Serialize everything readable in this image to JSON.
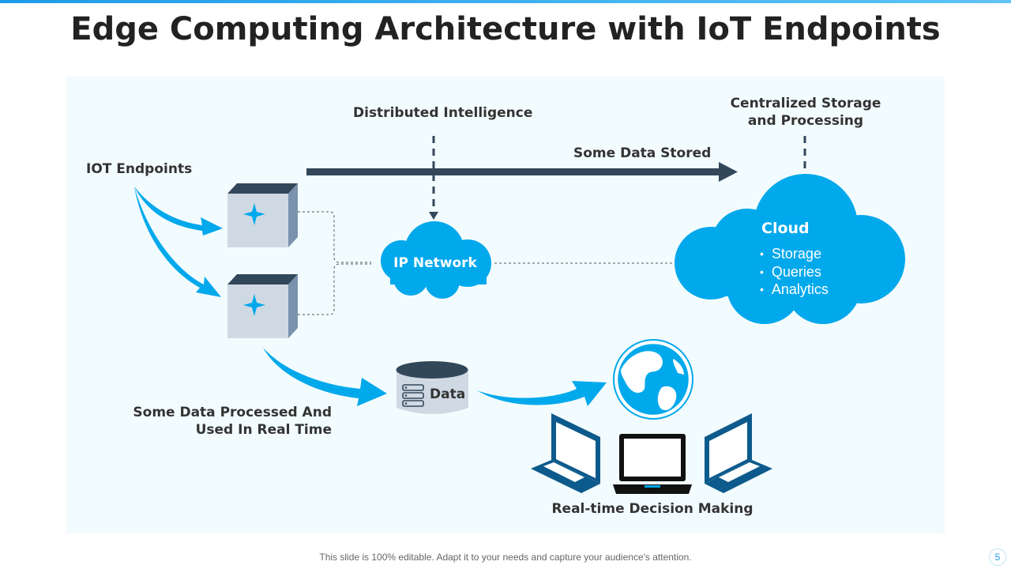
{
  "slide": {
    "title": "Edge Computing Architecture with IoT Endpoints",
    "footer": "This slide is 100% editable. Adapt it to your needs and capture your audience's attention.",
    "page_number": "5"
  },
  "labels": {
    "iot_endpoints": "IOT Endpoints",
    "distributed_intelligence": "Distributed Intelligence",
    "some_data_stored": "Some Data Stored",
    "centralized_line1": "Centralized Storage",
    "centralized_line2": "and Processing",
    "processed_line1": "Some Data Processed And",
    "processed_line2": "Used In Real Time",
    "realtime_decision": "Real-time Decision Making"
  },
  "ip_network": {
    "label": "IP Network"
  },
  "cloud": {
    "title": "Cloud",
    "items": [
      "Storage",
      "Queries",
      "Analytics"
    ]
  },
  "data_store": {
    "label": "Data"
  },
  "icons": {
    "edge_device": "server-cube-icon",
    "network": "cloud-icon",
    "database": "database-icon",
    "globe": "globe-icon",
    "laptop": "laptop-icon"
  },
  "colors": {
    "accent_blue": "#00a8ec",
    "dark_navy": "#33475b",
    "panel_bg": "#f2fbfd",
    "cube_face": "#cfd9e4"
  }
}
